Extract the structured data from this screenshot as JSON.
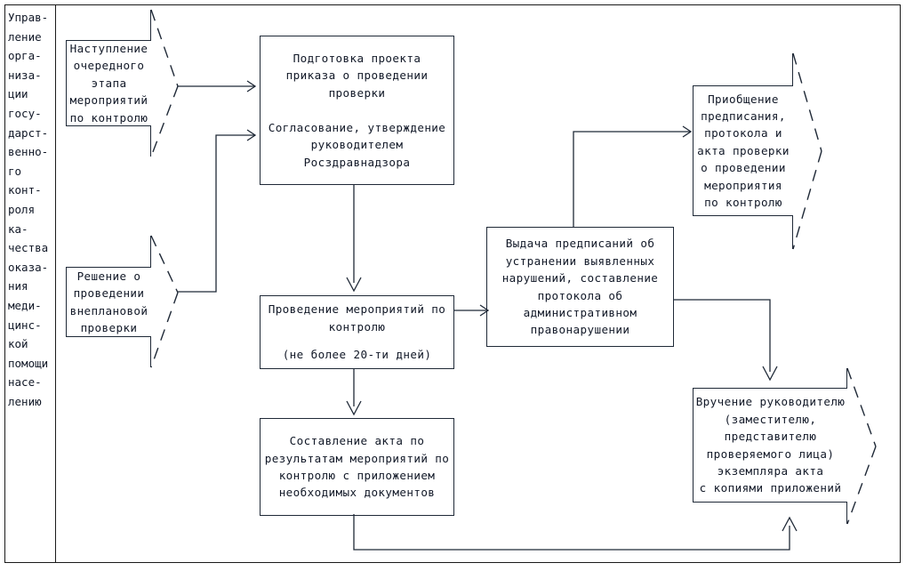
{
  "diagram": {
    "title_column": "Управ-\nление\nорга-\nниза-\nции\nгосу-\nдарст-\nвенно-\nго\nконт-\nроля\nка-\nчества\nоказа-\nния\nмеди-\nцинс-\nкой\nпомощи\nнасе-\nлению",
    "nodes": {
      "trigger_stage": "Наступление\nочередного\nэтапа\nмероприятий\nпо контролю",
      "unscheduled_decision": "Решение о\nпроведении\nвнеплановой\nпроверки",
      "order_draft": "Подготовка проекта\nприказа о проведении\nпроверки",
      "order_approval": "Согласование, утверждение\nруководителем\nРосздравнадзора",
      "control_actions": "Проведение мероприятий по\nконтролю",
      "control_actions_note": "(не более 20-ти дней)",
      "act_drafting": "Составление акта по\nрезультатам мероприятий по\nконтролю с приложением\nнеобходимых документов",
      "prescriptions": "Выдача предписаний об\nустранении выявленных\nнарушений, составление\nпротокола об\nадминистративном\nправонарушении",
      "attachment": "Приобщение\nпредписания,\nпротокола и\nакта проверки\nо проведении\nмероприятия\nпо контролю",
      "handover": "Вручение руководителю\n(заместителю,\nпредставителю\nпроверяемого лица)\nэкземпляра акта\nс копиями приложений"
    },
    "colors": {
      "stroke": "#1f2937",
      "frame": "#1a1a1a",
      "text": "#111827",
      "background": "#ffffff"
    }
  }
}
